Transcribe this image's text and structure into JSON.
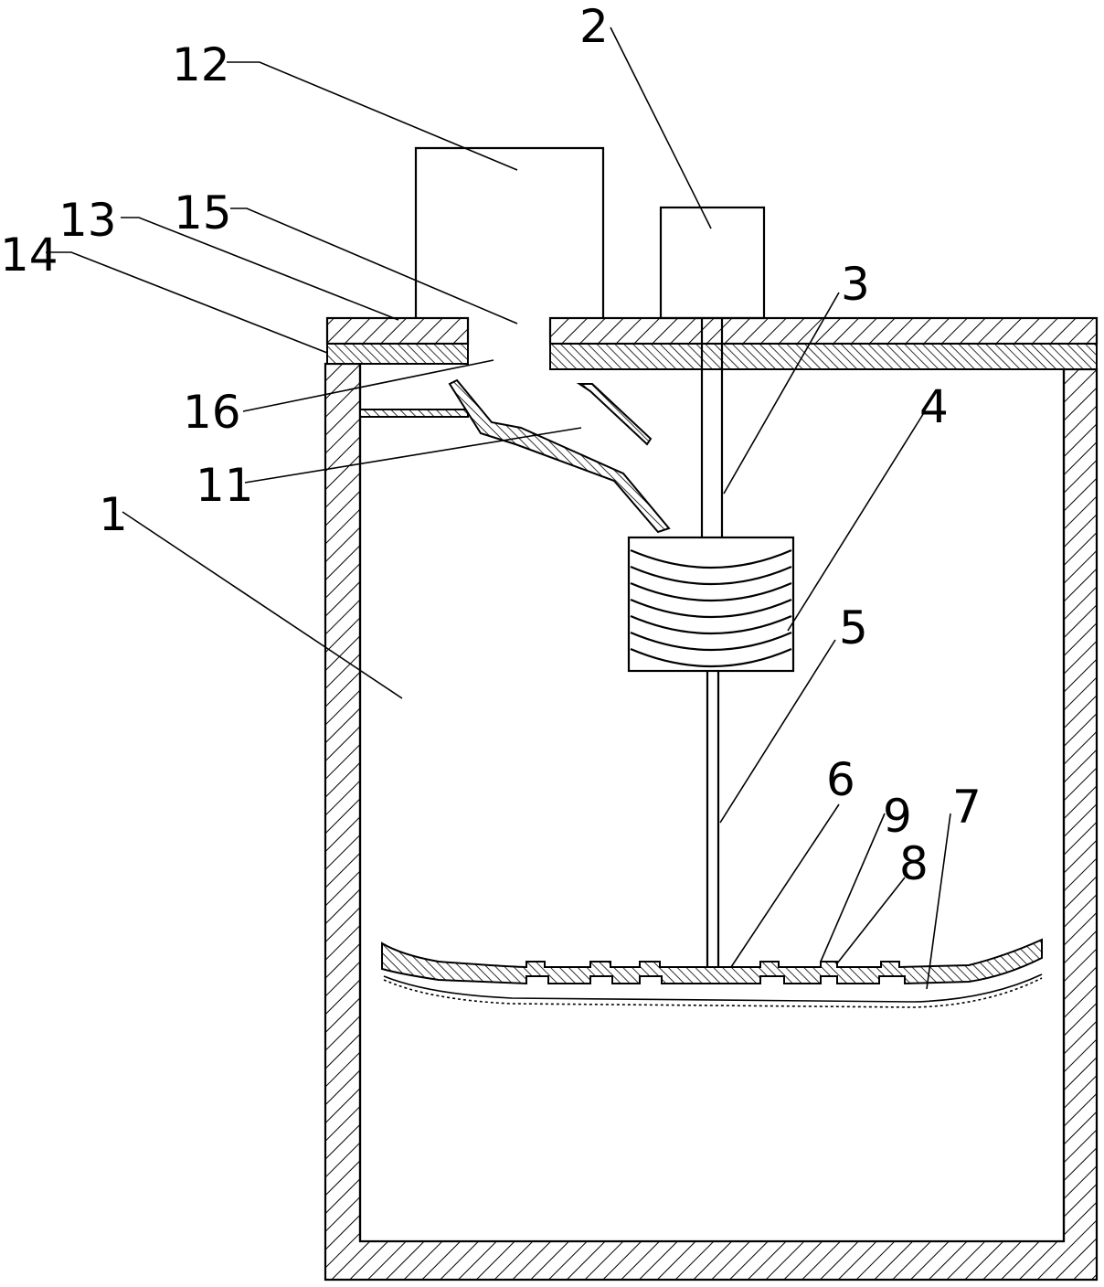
{
  "labels": {
    "l1": "1",
    "l2": "2",
    "l3": "3",
    "l4": "4",
    "l5": "5",
    "l6": "6",
    "l7": "7",
    "l8": "8",
    "l9": "9",
    "l11": "11",
    "l12": "12",
    "l13": "13",
    "l14": "14",
    "l15": "15",
    "l16": "16"
  }
}
